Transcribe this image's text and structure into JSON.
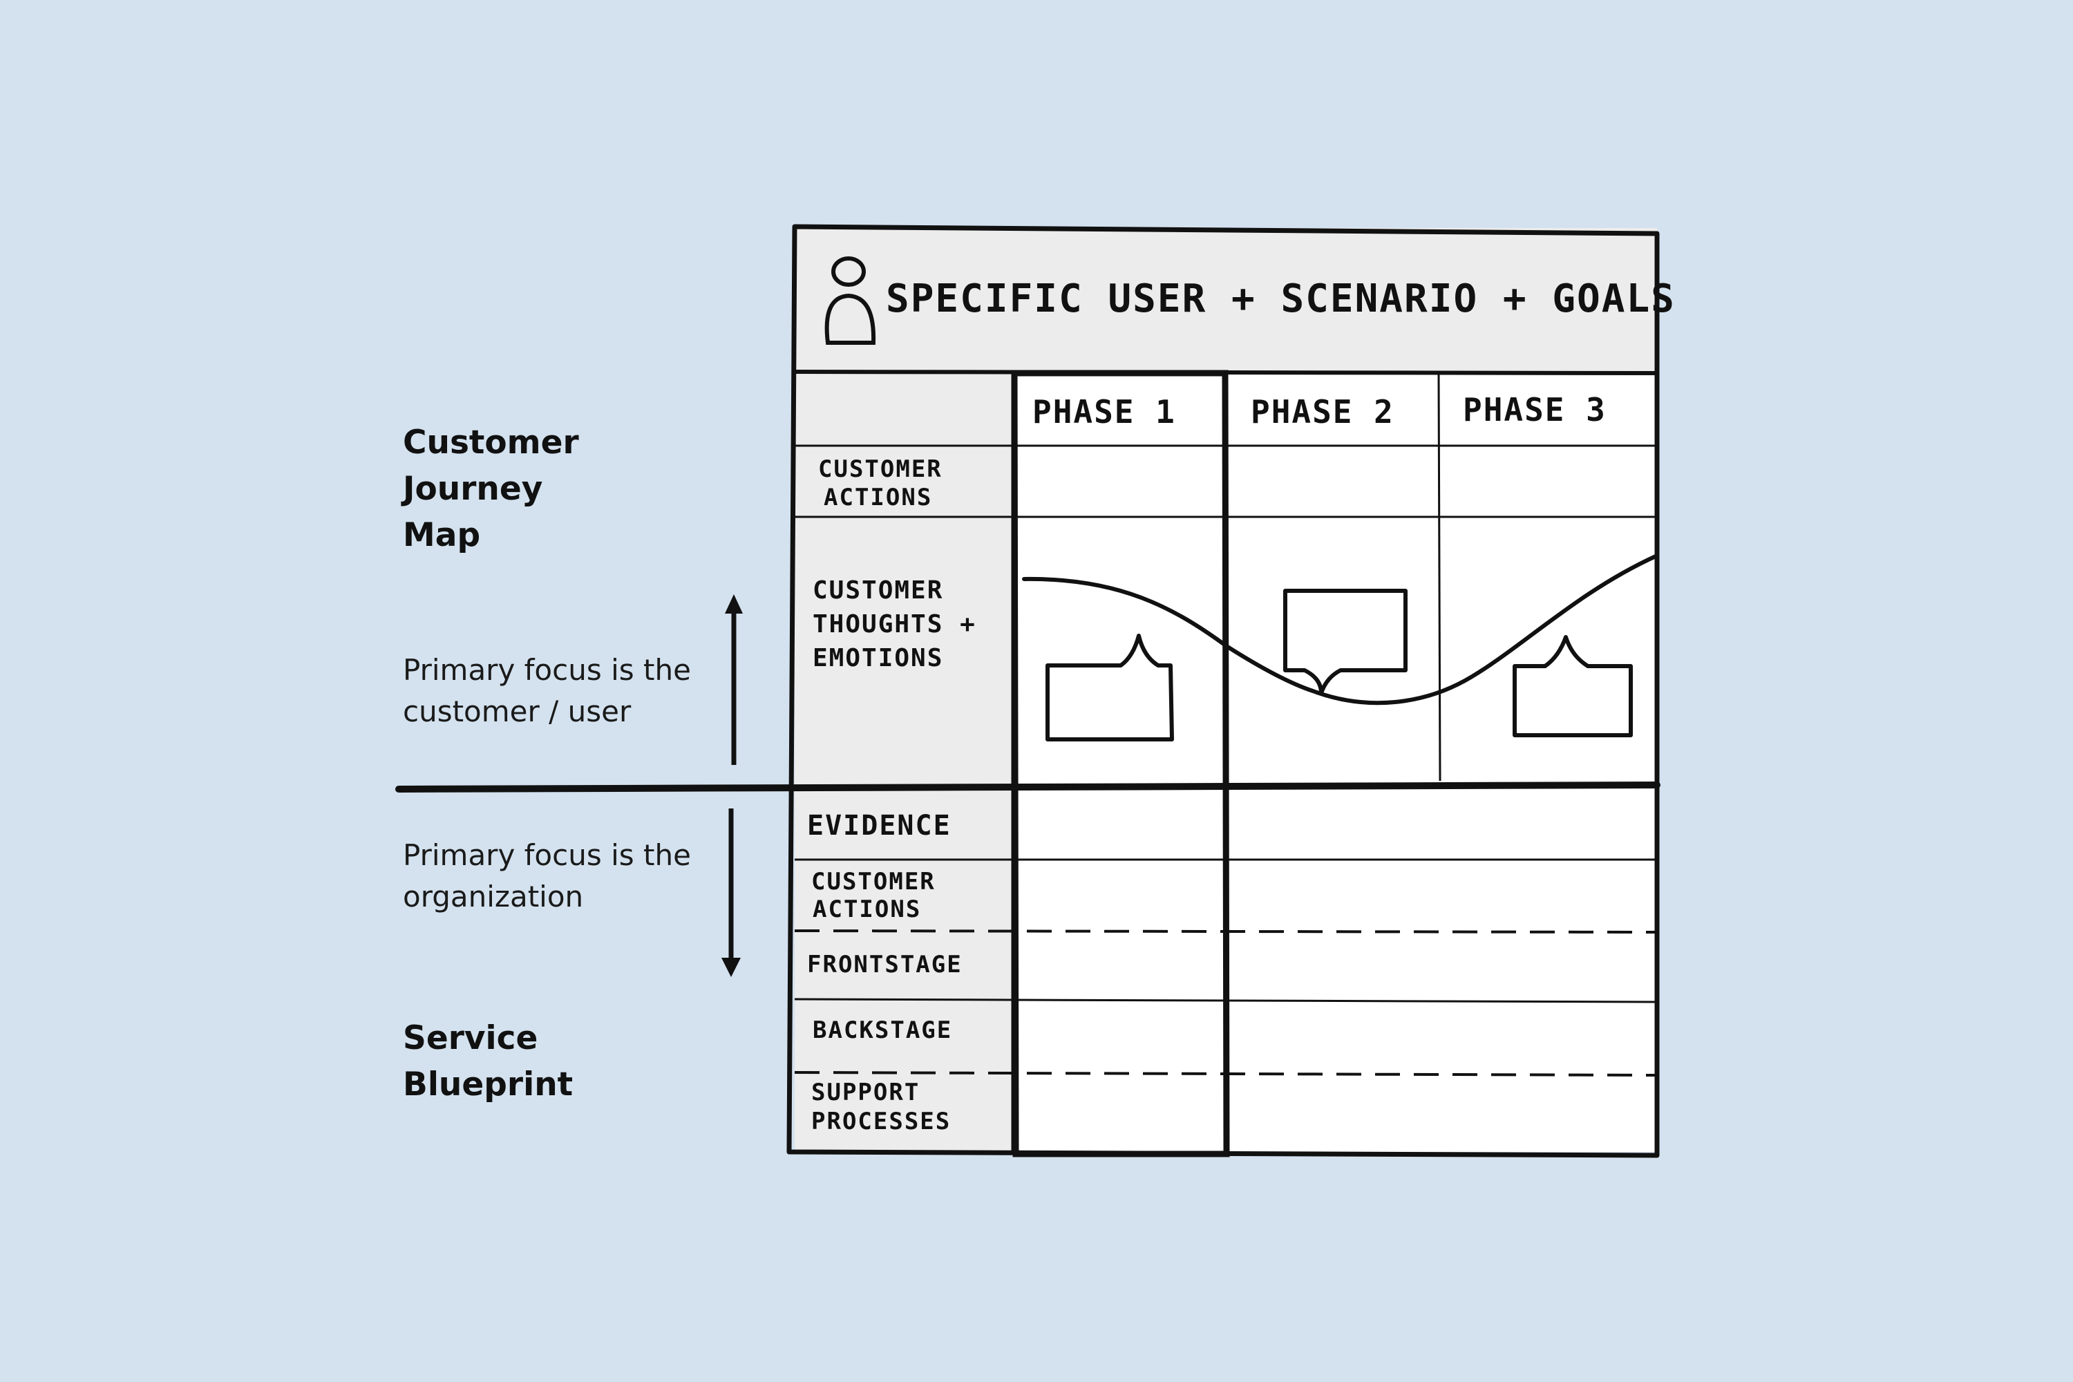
{
  "sidebar": {
    "journey_title": [
      "Customer",
      "Journey",
      "Map"
    ],
    "journey_note": [
      "Primary focus is the",
      "customer / user"
    ],
    "org_note": [
      "Primary focus is the",
      "organization"
    ],
    "blueprint_title": [
      "Service",
      "Blueprint"
    ]
  },
  "diagram": {
    "header": "SPECIFIC USER + SCENARIO + GOALS",
    "phases": [
      "PHASE 1",
      "PHASE 2",
      "PHASE 3"
    ],
    "rows": {
      "customer_actions_top": [
        "CUSTOMER",
        "ACTIONS"
      ],
      "thoughts": [
        "CUSTOMER",
        "THOUGHTS +",
        "EMOTIONS"
      ],
      "evidence": [
        "EVIDENCE"
      ],
      "customer_actions_bottom": [
        "CUSTOMER",
        "ACTIONS"
      ],
      "frontstage": [
        "FRONTSTAGE"
      ],
      "backstage": [
        "BACKSTAGE"
      ],
      "support": [
        "SUPPORT",
        "PROCESSES"
      ]
    },
    "icons": [
      "person-icon",
      "speech-bubble-icon",
      "emotion-curve",
      "up-arrow-icon",
      "down-arrow-icon"
    ]
  }
}
